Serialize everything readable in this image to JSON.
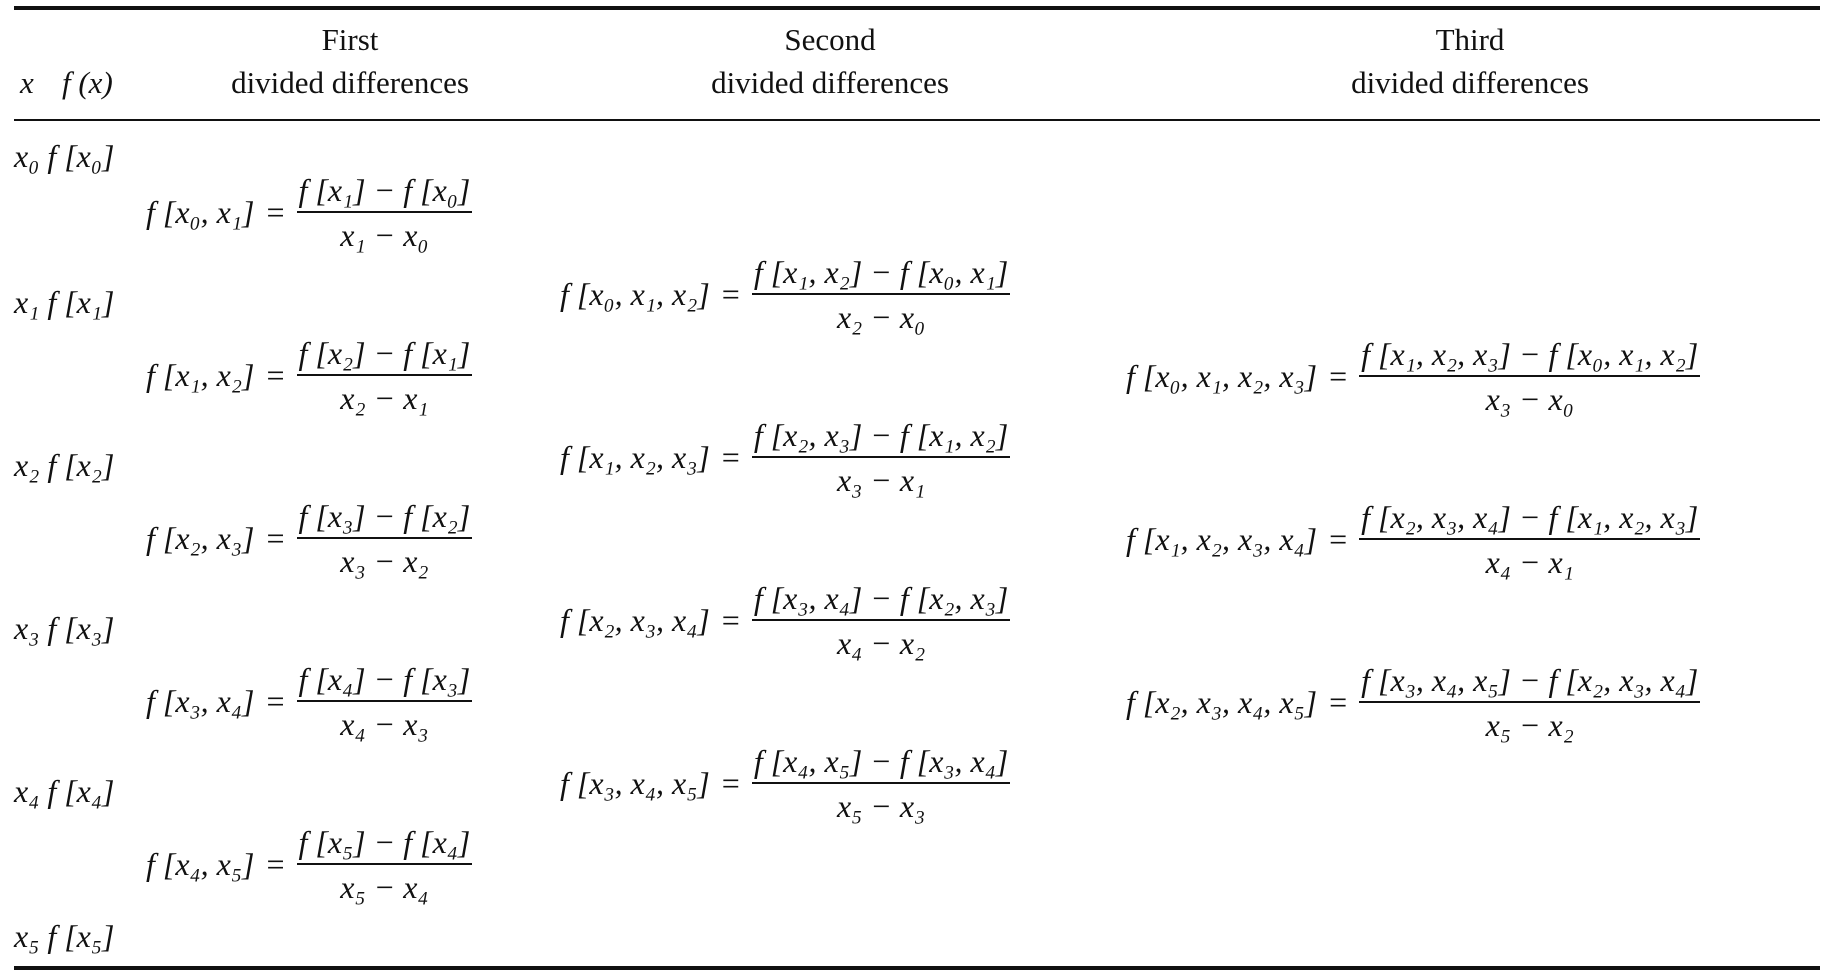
{
  "header": {
    "x_label": "x",
    "fx_label": "f (x)",
    "first": {
      "line1": "First",
      "line2": "divided differences"
    },
    "second": {
      "line1": "Second",
      "line2": "divided differences"
    },
    "third": {
      "line1": "Third",
      "line2": "divided differences"
    }
  },
  "zeroth": [
    "x₀  f [x₀]",
    "x₁  f [x₁]",
    "x₂  f [x₂]",
    "x₃  f [x₃]",
    "x₄  f [x₄]",
    "x₅  f [x₅]"
  ],
  "first": [
    {
      "lhs": "f [x₀, x₁]",
      "eq": "=",
      "num": "f [x₁] − f [x₀]",
      "den": "x₁ − x₀"
    },
    {
      "lhs": "f [x₁, x₂]",
      "eq": "=",
      "num": "f [x₂] − f [x₁]",
      "den": "x₂ − x₁"
    },
    {
      "lhs": "f [x₂, x₃]",
      "eq": "=",
      "num": "f [x₃] − f [x₂]",
      "den": "x₃ − x₂"
    },
    {
      "lhs": "f [x₃, x₄]",
      "eq": "=",
      "num": "f [x₄] − f [x₃]",
      "den": "x₄ − x₃"
    },
    {
      "lhs": "f [x₄, x₅]",
      "eq": "=",
      "num": "f [x₅] − f [x₄]",
      "den": "x₅ − x₄"
    }
  ],
  "second": [
    {
      "lhs": "f [x₀, x₁, x₂]",
      "eq": "=",
      "num": "f [x₁, x₂] − f [x₀, x₁]",
      "den": "x₂ − x₀"
    },
    {
      "lhs": "f [x₁, x₂, x₃]",
      "eq": "=",
      "num": "f [x₂, x₃] − f [x₁, x₂]",
      "den": "x₃ − x₁"
    },
    {
      "lhs": "f [x₂, x₃, x₄]",
      "eq": "=",
      "num": "f [x₃, x₄] − f [x₂, x₃]",
      "den": "x₄ − x₂"
    },
    {
      "lhs": "f [x₃, x₄, x₅]",
      "eq": "=",
      "num": "f [x₄, x₅] − f [x₃, x₄]",
      "den": "x₅ − x₃"
    }
  ],
  "third": [
    {
      "lhs": "f [x₀, x₁, x₂, x₃]",
      "eq": "=",
      "num": "f [x₁, x₂, x₃] − f [x₀, x₁, x₂]",
      "den": "x₃ − x₀"
    },
    {
      "lhs": "f [x₁, x₂, x₃, x₄]",
      "eq": "=",
      "num": "f [x₂, x₃, x₄] − f [x₁, x₂, x₃]",
      "den": "x₄ − x₁"
    },
    {
      "lhs": "f [x₂, x₃, x₄, x₅]",
      "eq": "=",
      "num": "f [x₃, x₄, x₅] − f [x₂, x₃, x₄]",
      "den": "x₅ − x₂"
    }
  ]
}
